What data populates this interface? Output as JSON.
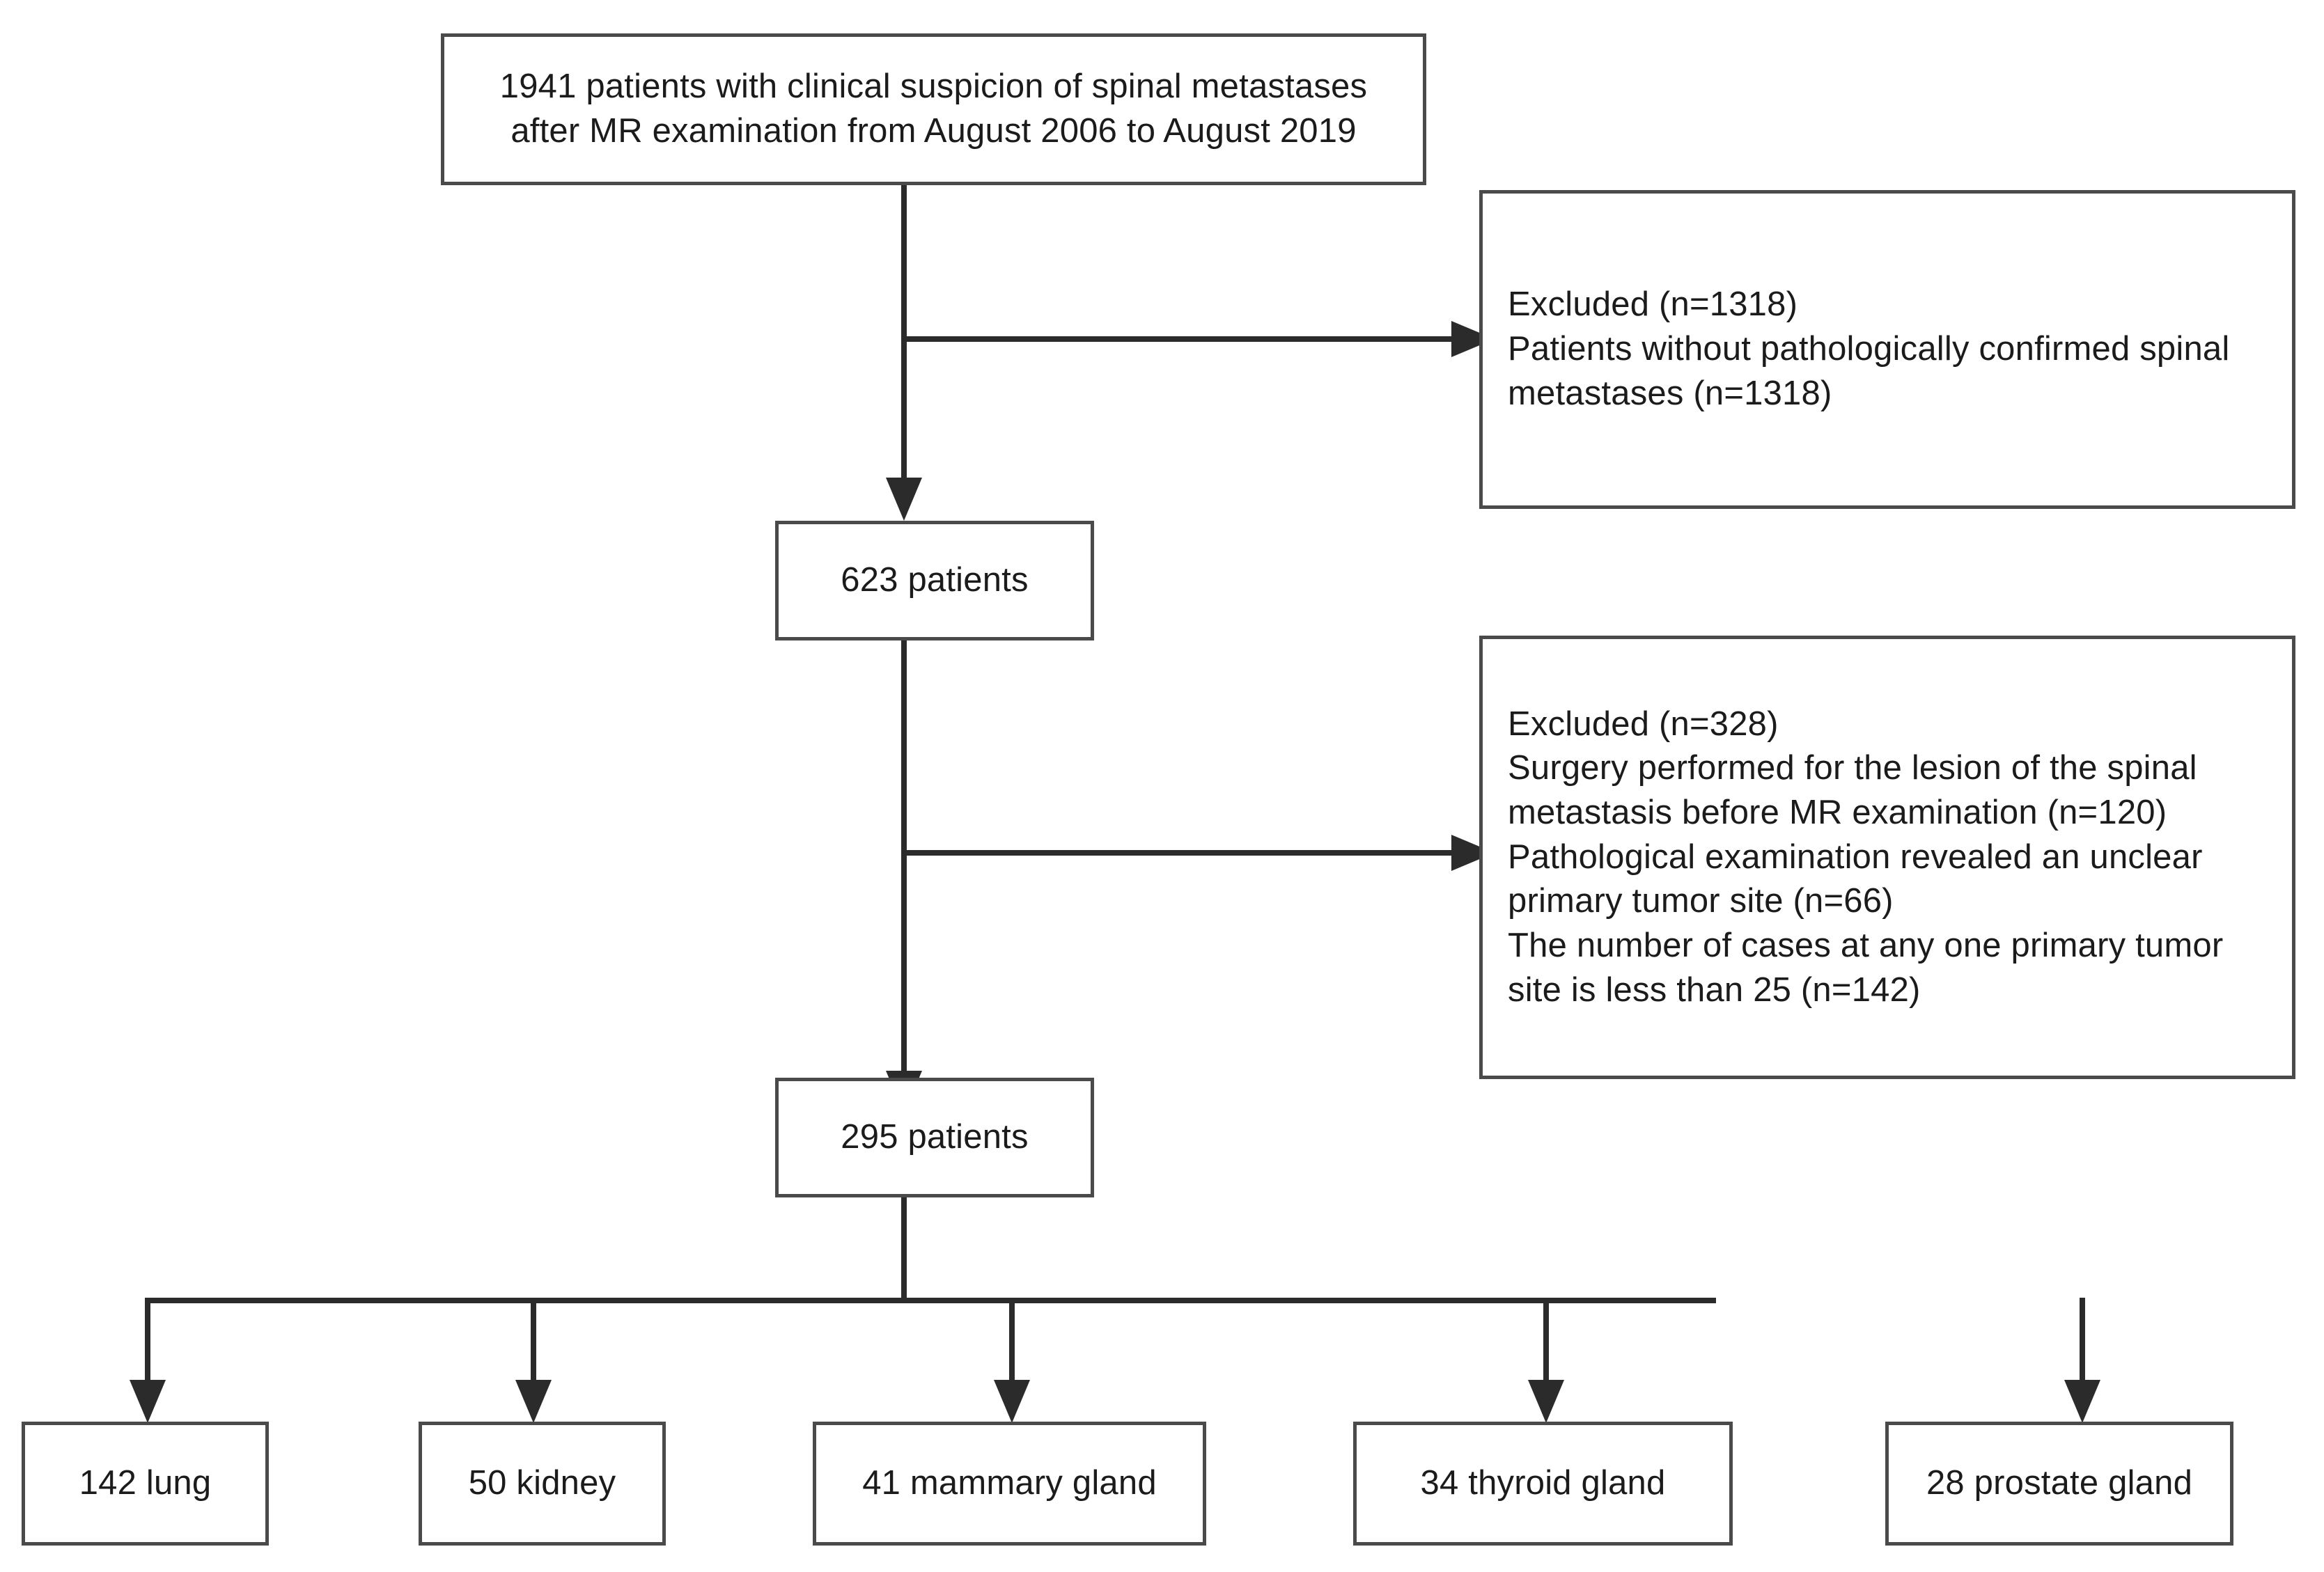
{
  "figure": {
    "type": "flowchart",
    "title": "Patient selection flowchart"
  },
  "nodes": {
    "source_cohort": {
      "label": "1941 patients with clinical suspicion of spinal metastases\nafter MR examination from August 2006 to August 2019",
      "count": 1941
    },
    "excluded_1": {
      "label": "Excluded (n=1318)\nPatients without pathologically confirmed  spinal\nmetastases (n=1318)",
      "count": 1318
    },
    "stage_2": {
      "label": "623 patients",
      "count": 623
    },
    "excluded_2": {
      "label": "Excluded (n=328)\nSurgery performed for the lesion of the spinal\nmetastasis before MR examination (n=120)\nPathological examination revealed an unclear\nprimary tumor site (n=66)\nThe number of cases at any one primary tumor\nsite is less than 25 (n=142)",
      "count": 328
    },
    "stage_3": {
      "label": "295 patients",
      "count": 295
    }
  },
  "outcomes": [
    {
      "label": "142 lung",
      "count": 142,
      "site": "lung"
    },
    {
      "label": "50  kidney",
      "count": 50,
      "site": "kidney"
    },
    {
      "label": "41 mammary gland",
      "count": 41,
      "site": "mammary gland"
    },
    {
      "label": "34  thyroid gland",
      "count": 34,
      "site": "thyroid gland"
    },
    {
      "label": "28 prostate gland",
      "count": 28,
      "site": "prostate gland"
    }
  ],
  "colors": {
    "box_border": "#4a4a4a",
    "connector": "#2b2b2b",
    "text": "#1b1b1b",
    "background": "#ffffff"
  }
}
